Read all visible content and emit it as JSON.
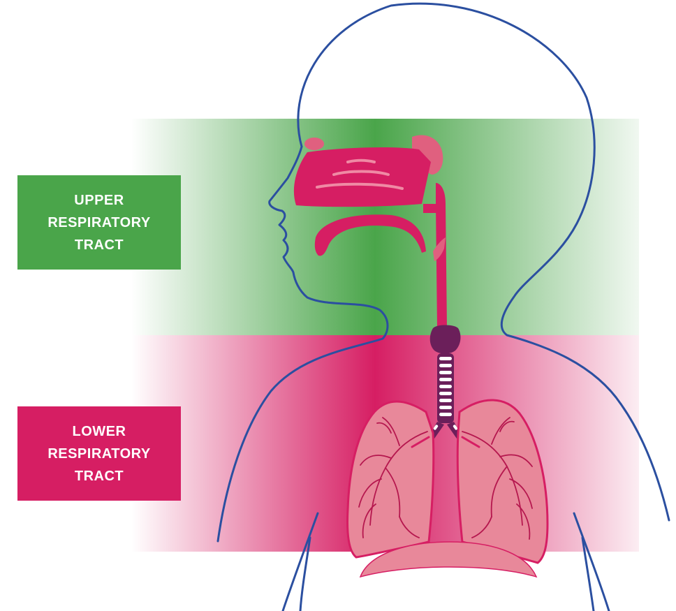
{
  "labels": {
    "upper": [
      "UPPER",
      "RESPIRATORY",
      "TRACT"
    ],
    "lower": [
      "LOWER",
      "RESPIRATORY",
      "TRACT"
    ]
  },
  "colors": {
    "upper_region": "#4aa54a",
    "lower_region": "#d61e63",
    "airway": "#d61e63",
    "larynx": "#6b1f5a",
    "lungs": "#e8889a",
    "diaphragm": "#e8889a",
    "outline": "#2b4fa0"
  },
  "icons": {
    "body": "body-outline-icon",
    "airway": "airway-icon",
    "larynx": "larynx-icon",
    "trachea": "trachea-icon",
    "lungs": "lungs-icon",
    "diaphragm": "diaphragm-icon"
  }
}
